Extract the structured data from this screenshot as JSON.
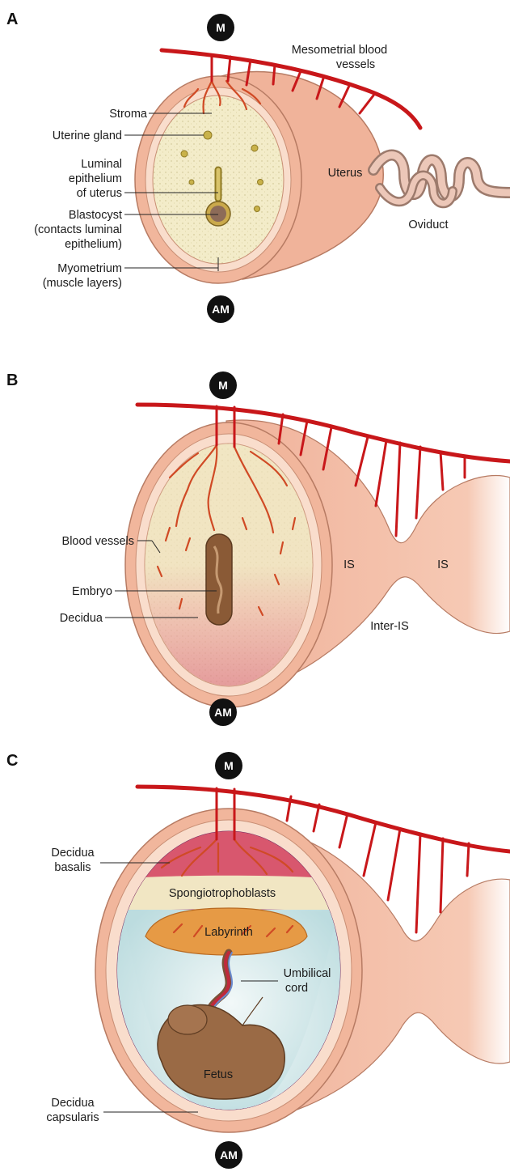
{
  "panels": {
    "a": {
      "letter": "A",
      "top_marker": "M",
      "bottom_marker": "AM",
      "labels": {
        "mesometrial_1": "Mesometrial blood",
        "mesometrial_2": "vessels",
        "stroma": "Stroma",
        "uterine_gland": "Uterine gland",
        "luminal_1": "Luminal",
        "luminal_2": "epithelium",
        "luminal_3": "of uterus",
        "blastocyst_1": "Blastocyst",
        "blastocyst_2": "(contacts luminal",
        "blastocyst_3": "epithelium)",
        "myometrium_1": "Myometrium",
        "myometrium_2": "(muscle layers)",
        "uterus": "Uterus",
        "oviduct": "Oviduct"
      }
    },
    "b": {
      "letter": "B",
      "top_marker": "M",
      "bottom_marker": "AM",
      "labels": {
        "blood_vessels": "Blood vessels",
        "embryo": "Embryo",
        "decidua": "Decidua",
        "is_left": "IS",
        "is_right": "IS",
        "inter_is": "Inter-IS"
      }
    },
    "c": {
      "letter": "C",
      "top_marker": "M",
      "bottom_marker": "AM",
      "labels": {
        "decidua_basalis_1": "Decidua",
        "decidua_basalis_2": "basalis",
        "spongiotrophoblasts": "Spongiotrophoblasts",
        "labyrinth": "Labyrinth",
        "umbilical_1": "Umbilical",
        "umbilical_2": "cord",
        "fetus": "Fetus",
        "decidua_capsularis_1": "Decidua",
        "decidua_capsularis_2": "capsularis"
      }
    }
  },
  "colors": {
    "uterus_outer": "#f2b79c",
    "uterus_ring": "#f8d9c6",
    "stroma": "#f3ecc9",
    "vessel": "#c8171a",
    "decidua": "#e07888",
    "capsularis": "#9c3f86",
    "amniotic": "#cfe6e8",
    "embryo": "#8a5a36",
    "marker": "#111111"
  }
}
